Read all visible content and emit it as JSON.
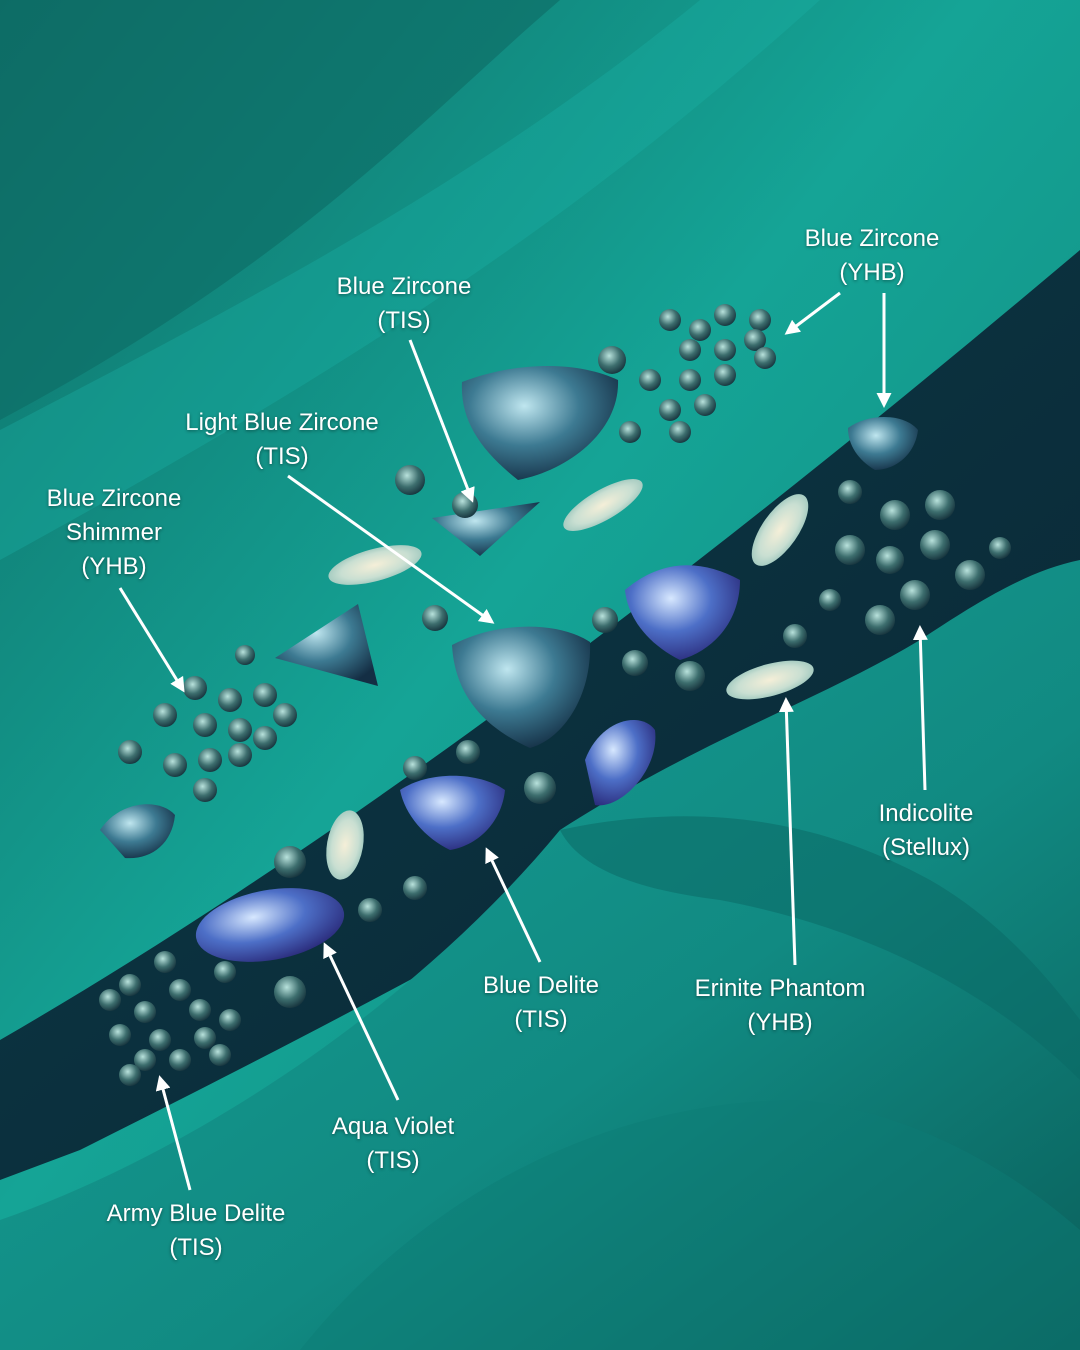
{
  "colors": {
    "chiffon_teal": "#16a89a",
    "chiffon_shadow": "#0c6d68",
    "dark_band": "#0b2d3a",
    "velvet_teal": "#138f88",
    "label_text": "#ffffff",
    "arrow": "#ffffff"
  },
  "labels": [
    {
      "id": "blue-zircone-yhb",
      "name": "Blue Zircone",
      "supplier": "(YHB)"
    },
    {
      "id": "blue-zircone-tis",
      "name": "Blue Zircone",
      "supplier": "(TIS)"
    },
    {
      "id": "light-blue-zircone-tis",
      "name": "Light Blue Zircone",
      "supplier": "(TIS)"
    },
    {
      "id": "blue-zircone-shimmer-yhb",
      "name": "Blue Zircone Shimmer",
      "supplier": "(YHB)"
    },
    {
      "id": "indicolite-stellux",
      "name": "Indicolite",
      "supplier": "(Stellux)"
    },
    {
      "id": "erinite-phantom-yhb",
      "name": "Erinite Phantom",
      "supplier": "(YHB)"
    },
    {
      "id": "blue-delite-tis",
      "name": "Blue Delite",
      "supplier": "(TIS)"
    },
    {
      "id": "aqua-violet-tis",
      "name": "Aqua Violet",
      "supplier": "(TIS)"
    },
    {
      "id": "army-blue-delite-tis",
      "name": "Army Blue Delite",
      "supplier": "(TIS)"
    }
  ]
}
